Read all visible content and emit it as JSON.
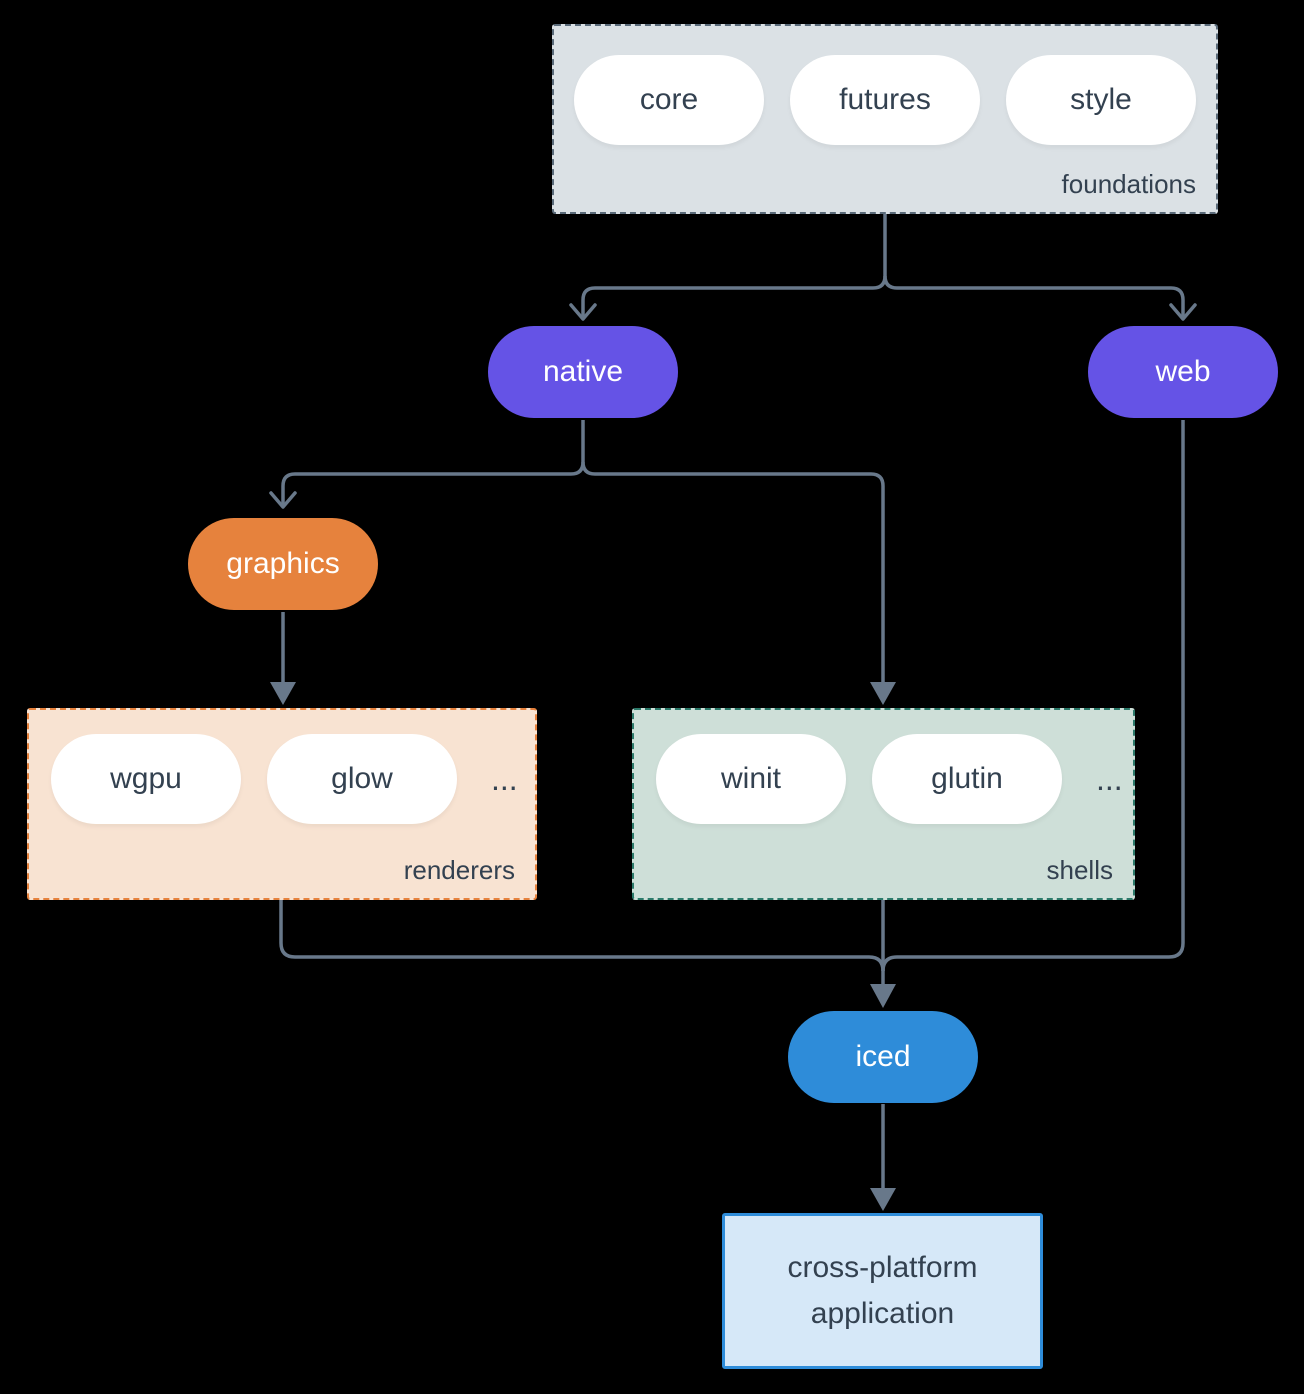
{
  "colors": {
    "background": "#000000",
    "connector": "#68788a",
    "text_dark": "#334150",
    "text_light": "#ffffff",
    "pill_fill": "#ffffff",
    "foundations_fill": "#dbe1e5",
    "foundations_border": "#5b6b7a",
    "purple": "#6553e6",
    "orange": "#e6823d",
    "renderers_fill": "#f8e3d2",
    "renderers_border": "#e6823d",
    "shells_fill": "#cedfd8",
    "shells_border": "#2c7a6a",
    "blue": "#2e8cd9",
    "app_fill": "#d6e8f8",
    "app_border": "#2e8cd9"
  },
  "foundations": {
    "label": "foundations",
    "items": [
      "core",
      "futures",
      "style"
    ]
  },
  "nodes": {
    "native": "native",
    "web": "web",
    "graphics": "graphics",
    "iced": "iced"
  },
  "renderers": {
    "label": "renderers",
    "items": [
      "wgpu",
      "glow"
    ],
    "ellipsis": "..."
  },
  "shells": {
    "label": "shells",
    "items": [
      "winit",
      "glutin"
    ],
    "ellipsis": "..."
  },
  "application": {
    "label": "cross-platform application"
  }
}
